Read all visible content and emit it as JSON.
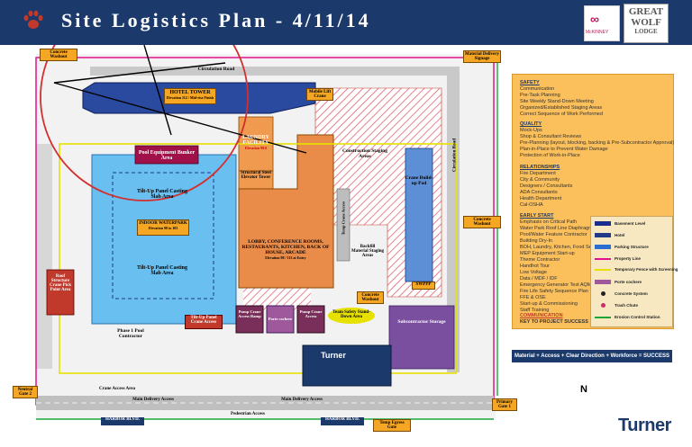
{
  "header": {
    "title": "Site Logistics Plan - 4/11/14",
    "logo_mckinney": "McKINNEY",
    "logo_great": "GREAT",
    "logo_wolf": "WOLF",
    "logo_lodge": "LODGE"
  },
  "plan": {
    "circulation_road_top": "Circulation Road",
    "circulation_road_right": "Circulation Road",
    "hotel_tower": "HOTEL TOWER",
    "hotel_tower_sub": "Elevation 112 / Mid-rise Finish",
    "laundry": "LAUNDRY FACILITY",
    "laundry_sub": "Elevation 99.0",
    "pool_equipment": "Pool Equipment Bunker Area",
    "tilt_up_top": "Tilt-Up Panel Casting Slab Area",
    "indoor_waterpark": "INDOOR WATERPARK",
    "waterpark_sub": "Elevation 98 to 103",
    "tilt_up_bottom": "Tilt-Up Panel Casting Slab Area",
    "structural_steel": "Structural Steel Elevator Tower",
    "construction_staging": "Construction Staging Areas",
    "crane_pad": "Crane Build-up Pad",
    "lobby": "LOBBY, CONFERENCE ROOMS, RESTAURANTS, KITCHEN, BACK OF HOUSE, ARCADE",
    "lobby_sub": "Elevation 98 / 113 at Entry",
    "temp_crane": "Temp Crane Access",
    "backfill": "Backfill Material Staging Areas",
    "roof_crane": "Roof Structure Crane Pick Point Area",
    "phase1": "Phase 1 Pool Contractor",
    "tilt_up_crane": "Tilt-Up Panel Crane Access",
    "pump_crane_1": "Pump Crane Access Ramp",
    "porte_cochere": "Porte cochere",
    "pump_crane_2": "Pump Crane Access",
    "team_safety": "Team Safety Stand-Down Area",
    "subcontractor": "Subcontractor Storage",
    "swppp": "SWPPP",
    "main_delivery_1": "Main Delivery Access",
    "main_delivery_2": "Main Delivery Access",
    "pedestrian": "Pedestrian Access",
    "crane_access_area": "Crane Access Area",
    "harbor_1": "HARBOR BLVD.",
    "harbor_2": "HARBOR BLVD.",
    "temp_egress": "Temp Egress Gate",
    "primary_gate": "Primary Gate 1",
    "neutral_gate": "Neutral Gate 2",
    "concrete_washout_1": "Concrete Washout",
    "concrete_washout_2": "Concrete Washout",
    "concrete_washout_3": "Concrete Washout",
    "material_delivery": "Material Delivery Signage",
    "trailer_office": "Turner",
    "crane_radius_label": "Mobile Lift Crane"
  },
  "legend_panel": {
    "safety_title": "SAFETY",
    "safety_items": [
      "Communication",
      "Pre-Task Planning",
      "Site Weekly Stand-Down Meeting",
      "Organized/Established Staging Areas",
      "Correct Sequence of Work Performed"
    ],
    "quality_title": "QUALITY",
    "quality_items": [
      "Mock-Ups",
      "Shop & Consultant Reviews",
      "Pre-Planning (layout, blocking, backing & Pre-Subcontractor Approval)",
      "Plan-in-Place to Prevent Water Damage",
      "Protection of Work-in-Place"
    ],
    "relationships_title": "RELATIONSHIPS",
    "relationships_items": [
      "Fire Department",
      "City & Community",
      "Designers / Consultants",
      "ADA Consultants",
      "Health Department",
      "Cal-OSHA"
    ],
    "early_start_title": "EARLY START",
    "early_start_items": [
      "Emphasis on Critical Path",
      "Water Park Roof Line Diaphragm",
      "Pool/Water Feature Contractor",
      "Building Dry-In",
      "BOH, Laundry, Kitchen, Food Service",
      "MEP Equipment Start-up",
      "Theme Contractor",
      "Handhot Tour",
      "Low Voltage",
      "Data / MDF / IDF",
      "Emergency Generator Test AQMD",
      "Fire Life Safety Sequence Plan",
      "FFE & OSE",
      "Start-up & Commissioning",
      "Staff Training"
    ],
    "communication_title": "COMMUNICATION",
    "communication_sub": "KEY TO PROJECT SUCCESS"
  },
  "legend_box": {
    "items": [
      {
        "label": "Basement Level",
        "color": "#1b2d8c"
      },
      {
        "label": "Hotel",
        "color": "#223a8a"
      },
      {
        "label": "Parking Structure",
        "color": "#2b6ed1"
      },
      {
        "label": "Property Line",
        "color": "#e0138c"
      },
      {
        "label": "Temporary Fence with Screening",
        "color": "#e7e100"
      },
      {
        "label": "Porte cochere",
        "color": "#a0589c"
      },
      {
        "label": "Concrete System",
        "color": "#222222"
      },
      {
        "label": "Trash Chute",
        "color": "#d12a6e"
      },
      {
        "label": "Erosion Control Station",
        "color": "#1aa53a"
      }
    ]
  },
  "footer": {
    "success_bar": "Material + Access + Clear Direction + Workforce = SUCCESS",
    "north": "N",
    "turner": "Turner"
  },
  "colors": {
    "header_bg": "#1b3a6b",
    "panel_orange": "#fbbf5b",
    "property_line": "#e0138c",
    "fence": "#e7e100",
    "waterpark_blue": "#69bff0"
  }
}
